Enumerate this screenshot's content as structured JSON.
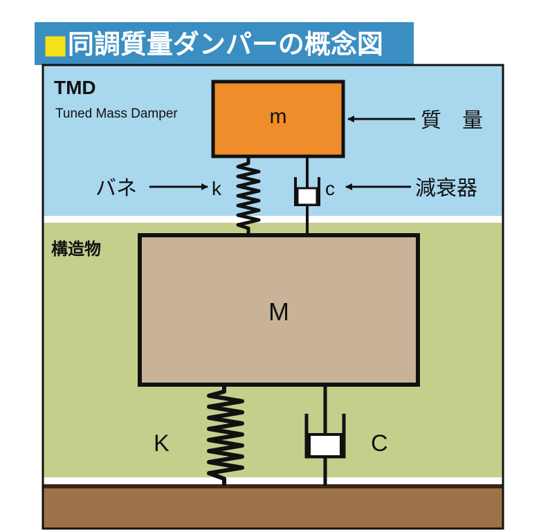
{
  "title": "■同調質量ダンパーの概念図",
  "colors": {
    "title_bg": "#3a8ec2",
    "title_text": "#ffffff",
    "title_square": "#f5e21a",
    "sky": "#a9d7ee",
    "ground_zone": "#c5cf8c",
    "ground": "#9e7248",
    "small_mass": "#ee8d2a",
    "big_mass": "#c8b298",
    "line": "#111111"
  },
  "tmd": {
    "heading": "TMD",
    "subheading": "Tuned Mass Damper"
  },
  "structure_label": "構造物",
  "small_mass_label": "m",
  "big_mass_label": "M",
  "labels": {
    "mass": "質　量",
    "spring": "バネ",
    "damper": "減衰器",
    "k_small": "k",
    "c_small": "c",
    "k_big": "K",
    "c_big": "C"
  }
}
